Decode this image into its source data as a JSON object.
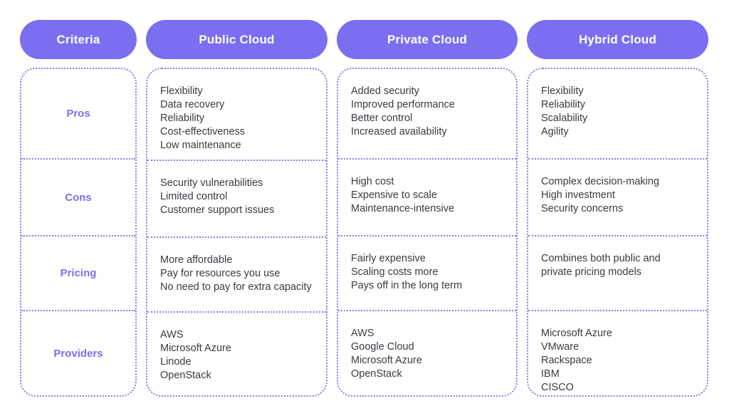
{
  "table": {
    "headers": [
      {
        "label": "Criteria"
      },
      {
        "label": "Public Cloud"
      },
      {
        "label": "Private Cloud"
      },
      {
        "label": "Hybrid Cloud"
      }
    ],
    "row_labels": [
      "Pros",
      "Cons",
      "Pricing",
      "Providers"
    ],
    "columns": [
      {
        "name": "Public Cloud",
        "cells": [
          [
            "Flexibility",
            "Data recovery",
            "Reliability",
            "Cost-effectiveness",
            "Low maintenance"
          ],
          [
            "Security vulnerabilities",
            "Limited control",
            "Customer support issues"
          ],
          [
            "More affordable",
            "Pay for resources you use",
            "No need to pay for extra capacity"
          ],
          [
            "AWS",
            "Microsoft Azure",
            "Linode",
            "OpenStack"
          ]
        ]
      },
      {
        "name": "Private Cloud",
        "cells": [
          [
            "Added security",
            "Improved performance",
            "Better control",
            "Increased availability"
          ],
          [
            "High cost",
            "Expensive to scale",
            "Maintenance-intensive"
          ],
          [
            "Fairly expensive",
            "Scaling costs more",
            "Pays off in the long term"
          ],
          [
            "AWS",
            "Google Cloud",
            "Microsoft Azure",
            "OpenStack"
          ]
        ]
      },
      {
        "name": "Hybrid Cloud",
        "cells": [
          [
            "Flexibility",
            "Reliability",
            "Scalability",
            "Agility"
          ],
          [
            "Complex decision-making",
            "High investment",
            "Security concerns"
          ],
          [
            "Combines both public and private pricing models"
          ],
          [
            "Microsoft Azure",
            "VMware",
            "Rackspace",
            "IBM",
            "CISCO"
          ]
        ]
      }
    ]
  },
  "colors": {
    "accent": "#7b6ef0",
    "border": "#8b7bf2",
    "text": "#3a3a42",
    "header_text": "#ffffff",
    "background": "#ffffff"
  }
}
